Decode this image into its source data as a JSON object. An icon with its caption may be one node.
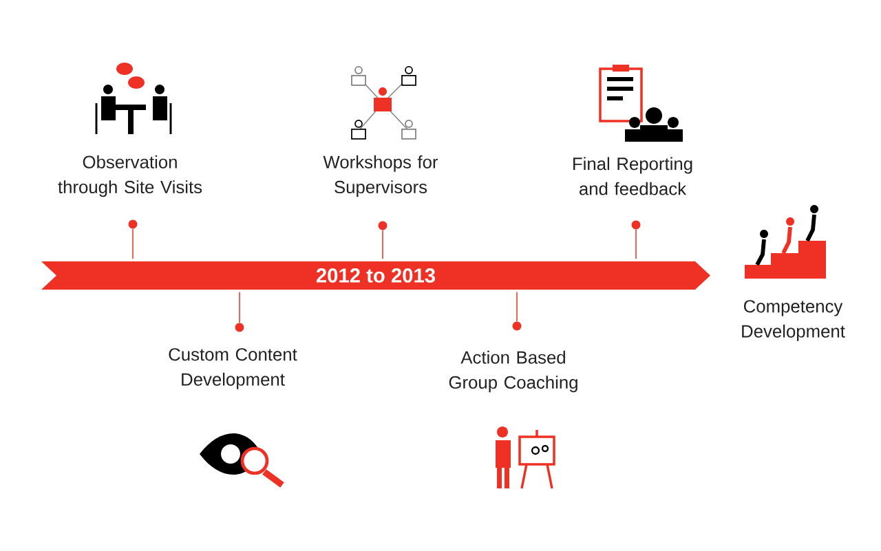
{
  "diagram": {
    "nodes": [
      {
        "text": [
          "2012 to 2013"
        ]
      },
      {
        "text": [
          "Observation through Site Visits"
        ]
      },
      {
        "text": [
          "Workshops for Supervisors"
        ]
      },
      {
        "text": [
          "Final Reporting and feedback"
        ]
      },
      {
        "text": [
          "Custom Content Development"
        ]
      },
      {
        "text": [
          "Action Based Group Coaching"
        ]
      },
      {
        "text": [],
        "shape": "circle"
      },
      {
        "text": [],
        "shape": "circle"
      },
      {
        "text": [],
        "shape": "circle"
      },
      {
        "text": [],
        "shape": "circle"
      },
      {
        "text": [],
        "shape": "circle"
      }
    ],
    "edges": [
      {
        "from": 6,
        "to": 0,
        "arrow": "none"
      },
      {
        "from": 7,
        "to": 0,
        "arrow": "none"
      },
      {
        "from": 8,
        "to": 0,
        "arrow": "none"
      },
      {
        "from": 9,
        "to": 0,
        "arrow": "none"
      },
      {
        "from": 10,
        "to": 0,
        "arrow": "none"
      }
    ],
    "labels": [
      "Competency Development"
    ]
  }
}
